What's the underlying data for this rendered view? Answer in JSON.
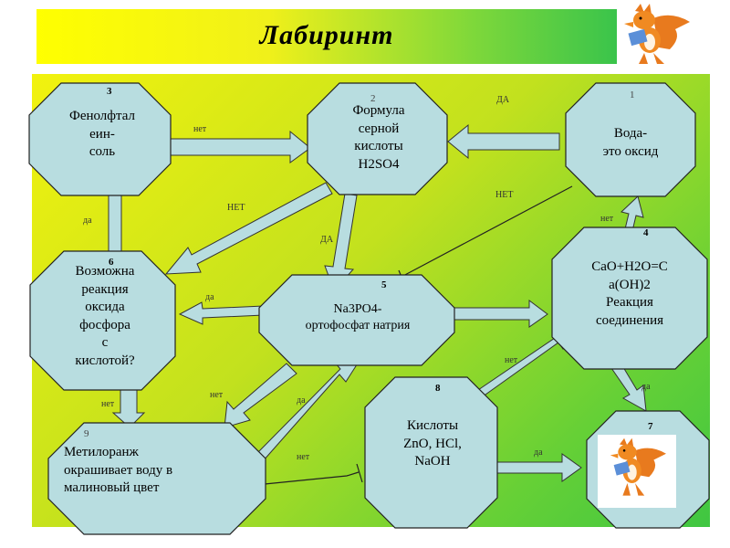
{
  "title": "Лабиринт",
  "nodes": {
    "n3": {
      "number": "3",
      "text": "Фенолфтал\nеин-\nсоль"
    },
    "n2": {
      "number": "2",
      "text": "Формула\nсерной\nкислоты\nH2SO4"
    },
    "n1": {
      "number": "1",
      "text": "Вода-\nэто оксид"
    },
    "n6": {
      "number": "6",
      "text": "Возможна\nреакция\nоксида\nфосфора\nс\nкислотой?"
    },
    "n5": {
      "number": "5",
      "text": "Na3PO4-\nортофосфат натрия"
    },
    "n4": {
      "number": "4",
      "text": "CaO+H2O=C\na(OH)2\nРеакция\nсоединения"
    },
    "n9": {
      "number": "9",
      "text": "Метилоранж\nокрашивает воду в\nмалиновый цвет"
    },
    "n8": {
      "number": "8",
      "text": "Кислоты\nZnO, HCl,\nNaOH"
    },
    "n7": {
      "number": "7"
    }
  },
  "labels": {
    "n1_to_n2": "ДА",
    "n1_to_n5": "НЕТ",
    "n3_to_n2": "нет",
    "n6_to_n3": "да",
    "n2_to_n6": "НЕТ",
    "n2_to_n5": "ДА",
    "n5_to_n6": "да",
    "n4_to_n1": "нет",
    "n6_to_n9": "нет",
    "n5_to_n9": "нет",
    "n9_to_n5": "да",
    "n9_to_n8": "нет",
    "n8_to_n4": "нет",
    "n8_to_n7": "да",
    "n4_to_n7": "да"
  },
  "colors": {
    "node_fill": "#b8dde0",
    "title_bar": "#ffff00",
    "board_start": "#f2f20e",
    "board_end": "#3fc642"
  },
  "icons": [
    "fox-reading-icon"
  ]
}
